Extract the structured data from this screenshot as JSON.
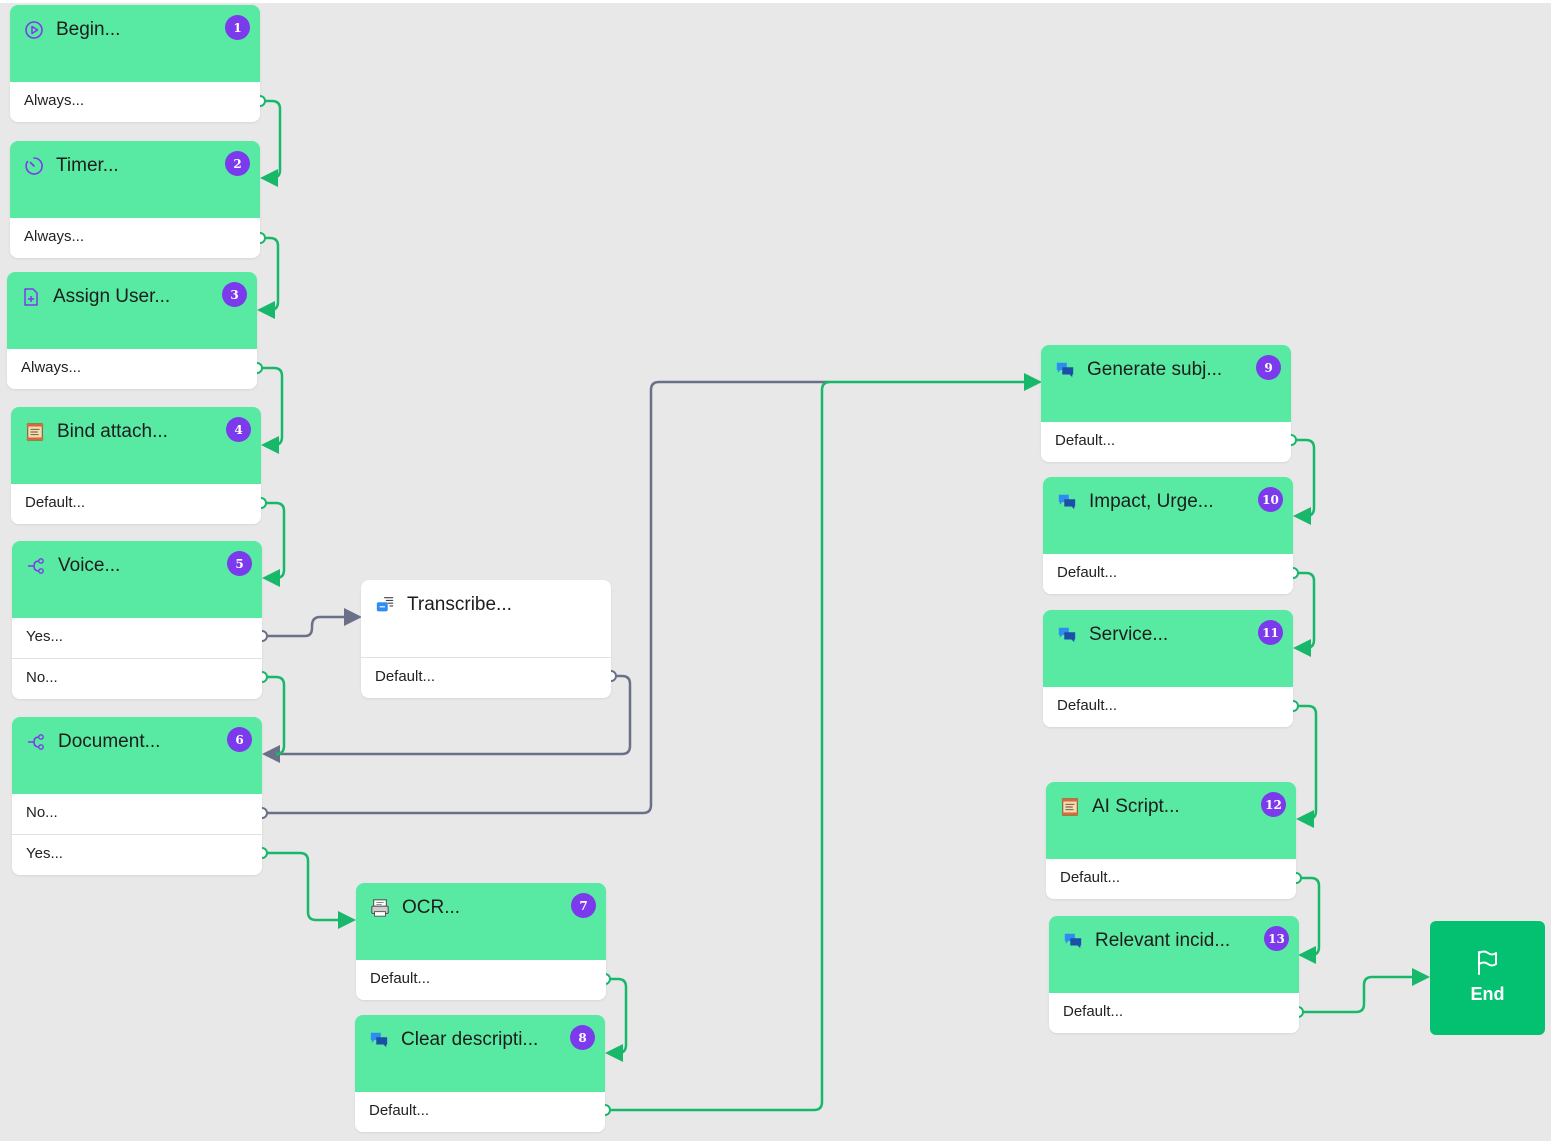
{
  "colors": {
    "node": "#58eaa2",
    "wire_active": "#17b86a",
    "wire_inactive": "#6b7089",
    "badge": "#7c3aed",
    "end": "#03c170",
    "background": "#e8e8e8"
  },
  "nodes": [
    {
      "title": "Begin...",
      "badge": "1",
      "icon": "play-circle-icon",
      "outputs": [
        "Always..."
      ]
    },
    {
      "title": "Timer...",
      "badge": "2",
      "icon": "timer-icon",
      "outputs": [
        "Always..."
      ]
    },
    {
      "title": "Assign User...",
      "badge": "3",
      "icon": "document-plus-icon",
      "outputs": [
        "Always..."
      ]
    },
    {
      "title": "Bind attach...",
      "badge": "4",
      "icon": "script-scroll-icon",
      "outputs": [
        "Default..."
      ]
    },
    {
      "title": "Voice...",
      "badge": "5",
      "icon": "branch-icon",
      "outputs": [
        "Yes...",
        "No..."
      ]
    },
    {
      "title": "Document...",
      "badge": "6",
      "icon": "branch-icon",
      "outputs": [
        "No...",
        "Yes..."
      ]
    },
    {
      "title": "OCR...",
      "badge": "7",
      "icon": "scanner-icon",
      "outputs": [
        "Default..."
      ]
    },
    {
      "title": "Clear descripti...",
      "badge": "8",
      "icon": "chat-bubbles-icon",
      "outputs": [
        "Default..."
      ]
    },
    {
      "title": "Transcribe...",
      "badge": "",
      "icon": "speech-to-text-icon",
      "outputs": [
        "Default..."
      ]
    },
    {
      "title": "Generate subj...",
      "badge": "9",
      "icon": "chat-bubbles-icon",
      "outputs": [
        "Default..."
      ]
    },
    {
      "title": "Impact, Urge...",
      "badge": "10",
      "icon": "chat-bubbles-icon",
      "outputs": [
        "Default..."
      ]
    },
    {
      "title": "Service...",
      "badge": "11",
      "icon": "chat-bubbles-icon",
      "outputs": [
        "Default..."
      ]
    },
    {
      "title": "AI Script...",
      "badge": "12",
      "icon": "script-scroll-icon",
      "outputs": [
        "Default..."
      ]
    },
    {
      "title": "Relevant incid...",
      "badge": "13",
      "icon": "chat-bubbles-icon",
      "outputs": [
        "Default..."
      ]
    }
  ],
  "end_node": {
    "label": "End",
    "icon": "flag-icon"
  },
  "connections": [
    {
      "from": "1",
      "to": "2",
      "active": true
    },
    {
      "from": "2",
      "to": "3",
      "active": true
    },
    {
      "from": "3",
      "to": "4",
      "active": true
    },
    {
      "from": "4",
      "to": "5",
      "active": true
    },
    {
      "from": "5",
      "output": "Yes...",
      "to": "Transcribe...",
      "active": false
    },
    {
      "from": "5",
      "output": "No...",
      "to": "6",
      "active": true
    },
    {
      "from": "Transcribe...",
      "to": "6",
      "active": false
    },
    {
      "from": "6",
      "output": "No...",
      "to": "9",
      "active": false
    },
    {
      "from": "6",
      "output": "Yes...",
      "to": "7",
      "active": true
    },
    {
      "from": "7",
      "to": "8",
      "active": true
    },
    {
      "from": "8",
      "to": "9",
      "active": true
    },
    {
      "from": "9",
      "to": "10",
      "active": true
    },
    {
      "from": "10",
      "to": "11",
      "active": true
    },
    {
      "from": "11",
      "to": "12",
      "active": true
    },
    {
      "from": "12",
      "to": "13",
      "active": true
    },
    {
      "from": "13",
      "to": "End",
      "active": true
    }
  ]
}
